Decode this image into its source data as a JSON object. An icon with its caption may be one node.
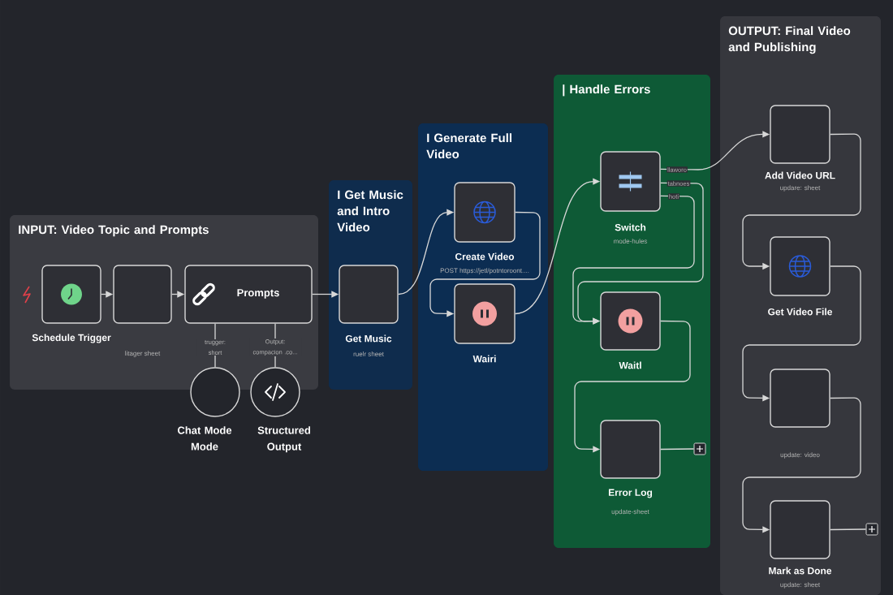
{
  "diagram": {
    "nodes": [
      {
        "text": [
          "INPUT: Video Topic and Prompts"
        ]
      },
      {
        "text": [
          "I Get Music and Intro Video"
        ]
      },
      {
        "text": [
          "I Generate Full Video"
        ]
      },
      {
        "text": [
          "| Handle Errors"
        ]
      },
      {
        "text": [
          "OUTPUT: Final Video and Publishing"
        ]
      },
      {
        "text": [
          "Schedule Trigger"
        ],
        "in": 0
      },
      {
        "text": [
          "litager sheet"
        ],
        "in": 0
      },
      {
        "text": [
          "Prompts"
        ],
        "in": 0
      },
      {
        "text": [
          "Chat Mode Mode"
        ]
      },
      {
        "text": [
          "Structured Output"
        ]
      },
      {
        "text": [
          "Get Music",
          "ruelr sheet"
        ],
        "in": 1
      },
      {
        "text": [
          "Create Video",
          "POST https://jetl/potntoroont...."
        ],
        "in": 2
      },
      {
        "text": [
          "Wairi"
        ],
        "in": 2
      },
      {
        "text": [
          "Switch",
          "mode-hules"
        ],
        "in": 3
      },
      {
        "text": [
          "Waitl"
        ],
        "in": 3
      },
      {
        "text": [
          "Error Log",
          "update-sheet"
        ],
        "in": 3
      },
      {
        "text": [
          "Add Video URL",
          "updare: sheet"
        ],
        "in": 4
      },
      {
        "text": [
          "Get Video File"
        ],
        "in": 4
      },
      {
        "text": [
          "update: video"
        ],
        "in": 4
      },
      {
        "text": [
          "Mark as Done",
          "update: sheet"
        ],
        "in": 4
      },
      {
        "text": [],
        "shape": "box",
        "in": 3
      },
      {
        "text": [],
        "shape": "box",
        "in": 4
      }
    ],
    "edges": [
      {
        "from": 5,
        "to": 6,
        "arrow": "to"
      },
      {
        "from": 6,
        "to": 7,
        "arrow": "to"
      },
      {
        "from": 7,
        "to": 8,
        "arrow": "none"
      },
      {
        "from": 7,
        "to": 9,
        "arrow": "none"
      },
      {
        "from": 7,
        "to": 10,
        "arrow": "to"
      },
      {
        "from": 10,
        "to": 11,
        "arrow": "to"
      },
      {
        "from": 11,
        "to": 12,
        "arrow": "to"
      },
      {
        "from": 12,
        "to": 13,
        "arrow": "to"
      },
      {
        "from": 13,
        "to": 16,
        "arrow": "to"
      },
      {
        "from": 13,
        "to": 14,
        "arrow": "to"
      },
      {
        "from": 13,
        "to": 14,
        "arrow": "to"
      },
      {
        "from": 14,
        "to": 15,
        "arrow": "to"
      },
      {
        "from": 15,
        "to": 20,
        "arrow": "none"
      },
      {
        "from": 16,
        "to": 17,
        "arrow": "to"
      },
      {
        "from": 17,
        "to": 18,
        "arrow": "to"
      },
      {
        "from": 18,
        "to": 19,
        "arrow": "to"
      },
      {
        "from": 19,
        "to": 21,
        "arrow": "none"
      }
    ],
    "labels": [
      "trugger: short",
      "Output: compacion .co...",
      "llaworo",
      "tabnoes",
      "hoti"
    ]
  }
}
